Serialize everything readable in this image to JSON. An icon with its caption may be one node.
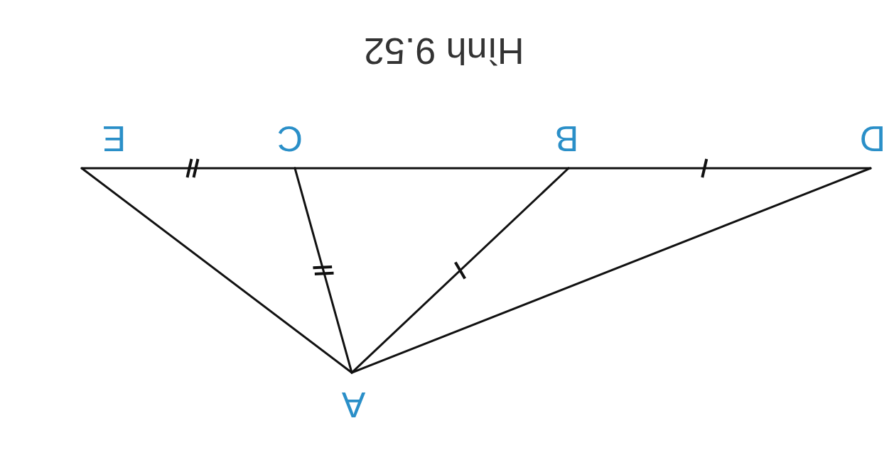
{
  "diagram": {
    "caption": "Hình 9.52",
    "nodes": [
      {
        "text": [
          "E"
        ]
      },
      {
        "text": [
          "C"
        ]
      },
      {
        "text": [
          "B"
        ]
      },
      {
        "text": [
          "D"
        ]
      },
      {
        "text": [
          "A"
        ]
      }
    ],
    "edges": [
      {
        "from": 0,
        "to": 1,
        "arrow": "none"
      },
      {
        "from": 1,
        "to": 2,
        "arrow": "none"
      },
      {
        "from": 2,
        "to": 3,
        "arrow": "none"
      },
      {
        "from": 4,
        "to": 0,
        "arrow": "none"
      },
      {
        "from": 4,
        "to": 1,
        "arrow": "none"
      },
      {
        "from": 4,
        "to": 2,
        "arrow": "none"
      },
      {
        "from": 4,
        "to": 3,
        "arrow": "none"
      }
    ]
  }
}
